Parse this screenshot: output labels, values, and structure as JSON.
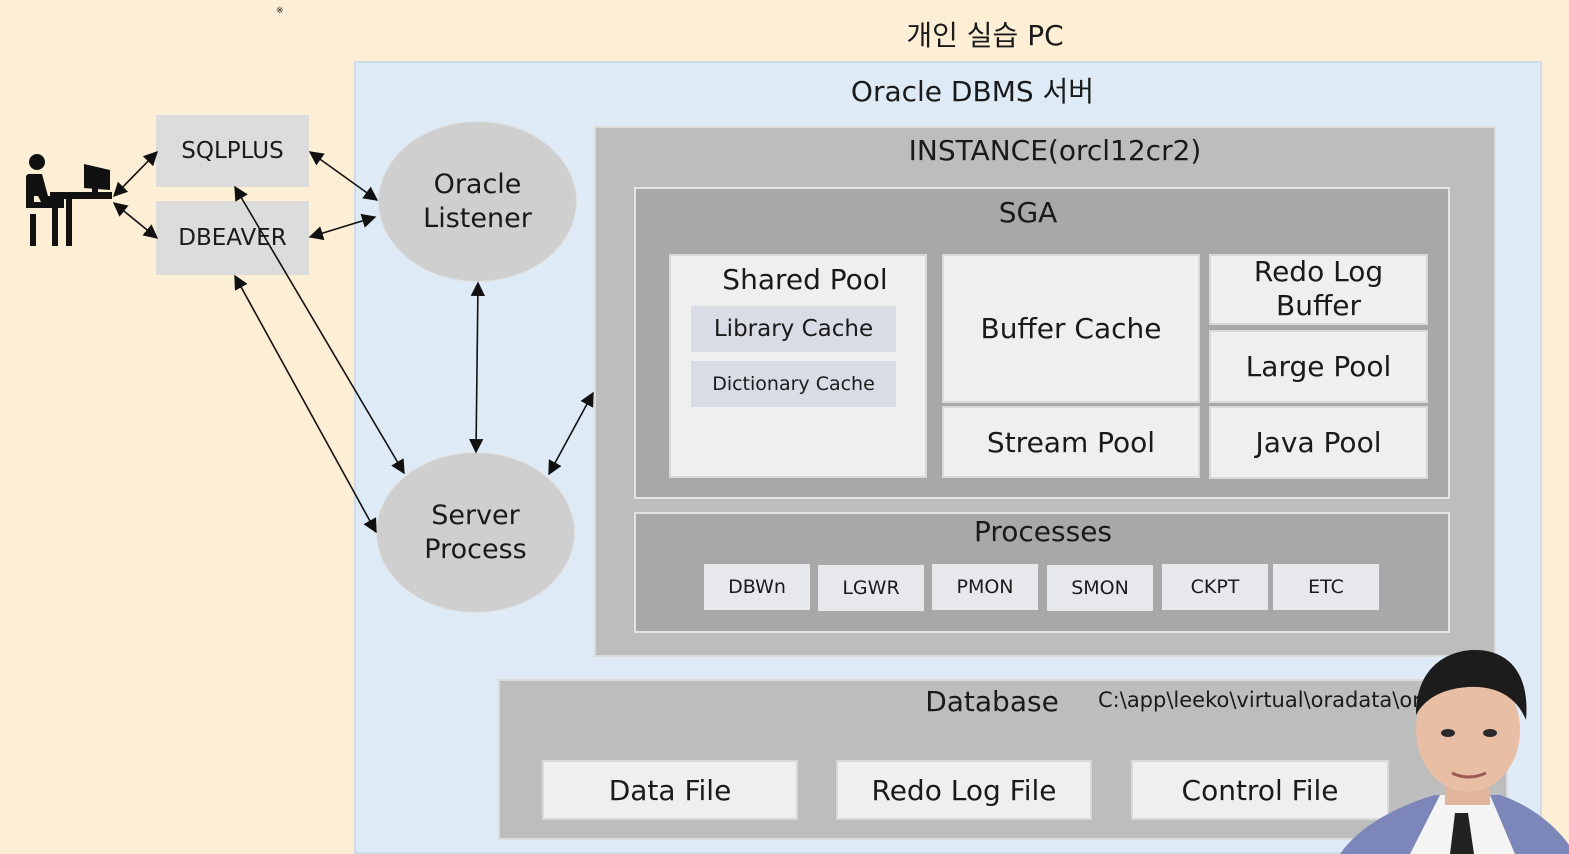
{
  "pc_title": "개인 실습 PC",
  "dbms_title": "Oracle DBMS 서버",
  "instance_title": "INSTANCE(orcl12cr2)",
  "sga": {
    "title": "SGA",
    "shared_pool": "Shared Pool",
    "library_cache": "Library Cache",
    "dictionary_cache": "Dictionary Cache",
    "buffer_cache": "Buffer Cache",
    "stream_pool": "Stream Pool",
    "redo_log_buffer_line1": "Redo Log",
    "redo_log_buffer_line2": "Buffer",
    "large_pool": "Large Pool",
    "java_pool": "Java Pool"
  },
  "processes": {
    "title": "Processes",
    "items": [
      "DBWn",
      "LGWR",
      "PMON",
      "SMON",
      "CKPT",
      "ETC"
    ]
  },
  "database": {
    "title": "Database",
    "path": "C:\\app\\leeko\\virtual\\oradata\\orcl",
    "files": [
      "Data File",
      "Redo Log File",
      "Control File"
    ]
  },
  "clients": {
    "sqlplus": "SQLPLUS",
    "dbeaver": "DBEAVER"
  },
  "listener": {
    "line1": "Oracle",
    "line2": "Listener"
  },
  "server_process": {
    "line1": "Server",
    "line2": "Process"
  },
  "mark": "※",
  "colors": {
    "background": "#fcefd6",
    "server_area": "#deebf6",
    "gray_panel": "#bdbdbd",
    "light_box": "#efefef",
    "ellipse": "#cfcfcf"
  }
}
